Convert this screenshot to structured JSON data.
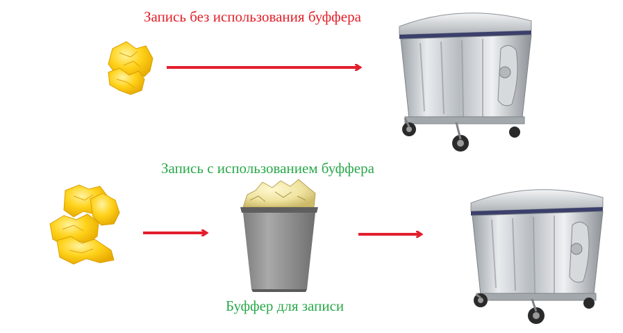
{
  "captions": {
    "top": "Запись без использования буффера",
    "middle": "Запись с использованием буффера",
    "bottom": "Буффер для записи"
  },
  "colors": {
    "top_caption": "#e3202a",
    "middle_caption": "#2aa84a",
    "bottom_caption": "#2aa84a",
    "arrow": "#e31e2d",
    "paper": "#ffd21a",
    "paper_shadow": "#e6a800",
    "bin": "#8f8f8f",
    "container_metal": "#c9ccd0",
    "container_lid_band": "#3a3f6b"
  },
  "icons": {
    "paper_top": "crumpled-paper-icon",
    "paper_bottom": "crumpled-paper-pile-icon",
    "container_top": "waste-container-icon",
    "buffer_bin": "buffer-bin-icon",
    "container_bottom": "waste-container-icon"
  }
}
